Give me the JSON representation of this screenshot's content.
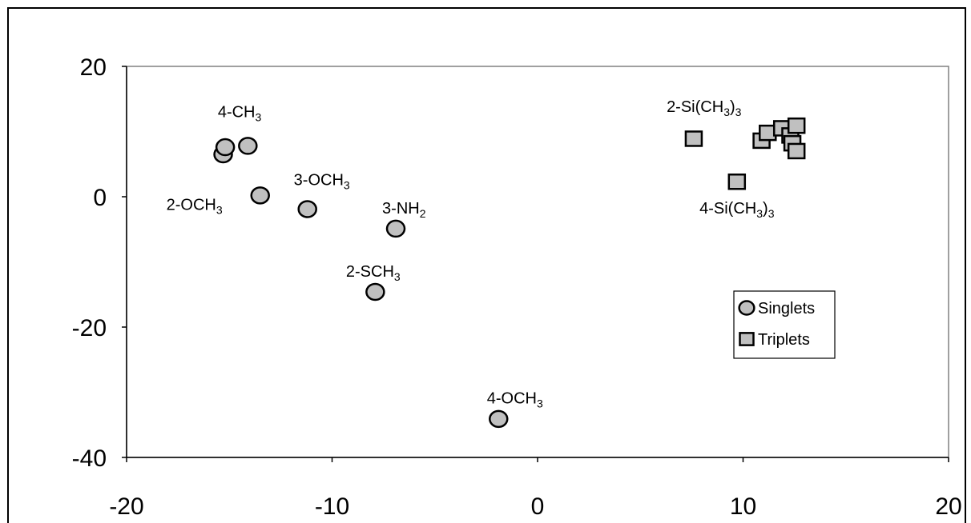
{
  "chart_data": {
    "type": "scatter",
    "title": "",
    "xlabel": "",
    "ylabel": "",
    "xlim": [
      -20,
      20
    ],
    "ylim": [
      -40,
      20
    ],
    "x_ticks": [
      "-20",
      "-10",
      "0",
      "10",
      "20"
    ],
    "y_ticks": [
      "20",
      "0",
      "-20",
      "-40"
    ],
    "grid": false,
    "legend_position": "right",
    "marker_color": "#c0c0c0",
    "series": [
      {
        "name": "Singlets",
        "marker": "circle",
        "points": [
          {
            "x": -15.3,
            "y": 6.5
          },
          {
            "x": -15.2,
            "y": 7.6
          },
          {
            "x": -14.1,
            "y": 7.8
          },
          {
            "x": -13.5,
            "y": 0.2
          },
          {
            "x": -11.2,
            "y": -1.9
          },
          {
            "x": -6.9,
            "y": -4.9
          },
          {
            "x": -7.9,
            "y": -14.6
          },
          {
            "x": -1.9,
            "y": -34.1
          }
        ]
      },
      {
        "name": "Triplets",
        "marker": "square",
        "points": [
          {
            "x": 7.6,
            "y": 8.9
          },
          {
            "x": 9.7,
            "y": 2.3
          },
          {
            "x": 10.9,
            "y": 8.6
          },
          {
            "x": 11.2,
            "y": 9.8
          },
          {
            "x": 11.9,
            "y": 10.5
          },
          {
            "x": 12.3,
            "y": 9.4
          },
          {
            "x": 12.4,
            "y": 8.2
          },
          {
            "x": 12.6,
            "y": 10.9
          },
          {
            "x": 12.6,
            "y": 7.0
          }
        ]
      }
    ],
    "annotations": [
      {
        "base": "4-CH",
        "sub": "3",
        "tail": "",
        "tail_sub": "",
        "x": -14.5,
        "y": 12.2
      },
      {
        "base": "2-OCH",
        "sub": "3",
        "tail": "",
        "tail_sub": "",
        "x": -16.7,
        "y": -2.0
      },
      {
        "base": "3-OCH",
        "sub": "3",
        "tail": "",
        "tail_sub": "",
        "x": -10.5,
        "y": 1.8
      },
      {
        "base": "3-NH",
        "sub": "2",
        "tail": "",
        "tail_sub": "",
        "x": -6.5,
        "y": -2.6
      },
      {
        "base": "2-SCH",
        "sub": "3",
        "tail": "",
        "tail_sub": "",
        "x": -8.0,
        "y": -12.3
      },
      {
        "base": "4-OCH",
        "sub": "3",
        "tail": "",
        "tail_sub": "",
        "x": -1.1,
        "y": -31.7
      },
      {
        "base": "2-Si(CH",
        "sub": "3",
        "tail": ")",
        "tail_sub": "3",
        "x": 8.1,
        "y": 13.0
      },
      {
        "base": "4-Si(CH",
        "sub": "3",
        "tail": ")",
        "tail_sub": "3",
        "x": 9.7,
        "y": -2.6
      }
    ]
  }
}
